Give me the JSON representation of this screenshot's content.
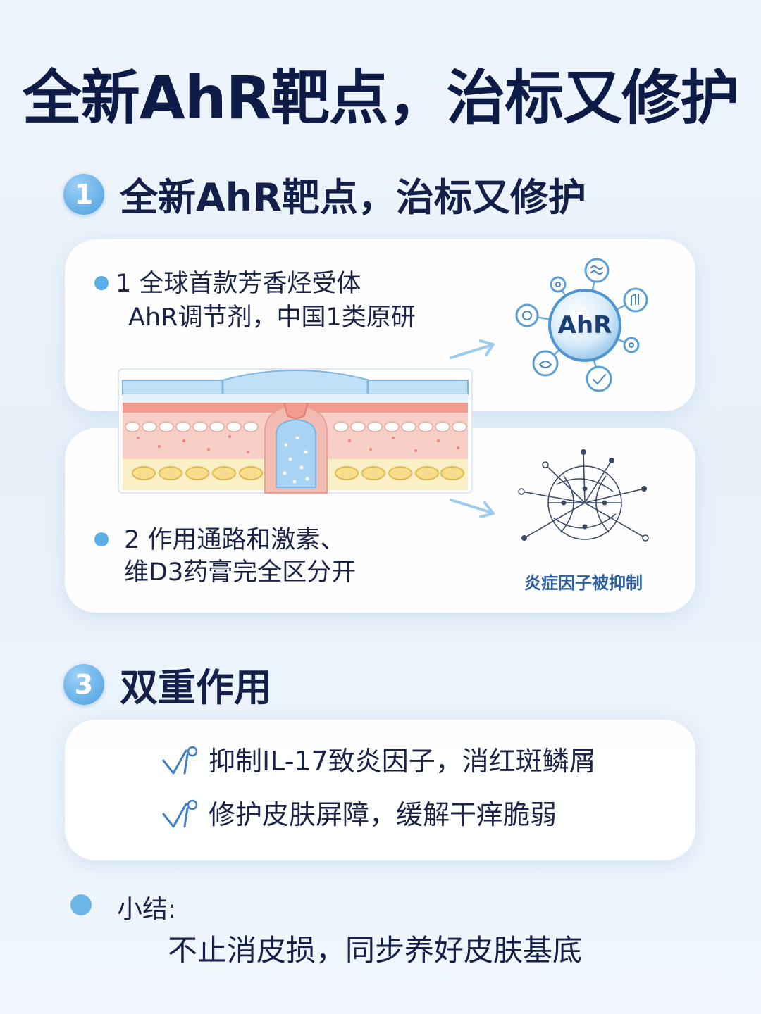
{
  "title": "全新AhR靶点，治标又修护",
  "section1": {
    "number": "1",
    "title": "全新AhR靶点，治标又修护",
    "point1": {
      "line1": "1 全球首款芳香烃受体",
      "line2": "AhR调节剂，中国1类原研"
    },
    "ahr_label": "AhR",
    "point2": {
      "line1": "2 作用通路和激素、",
      "line2": "维D3药膏完全区分开"
    },
    "network_caption": "炎症因子被抑制"
  },
  "section3": {
    "number": "3",
    "title": "双重作用",
    "benefits": [
      "抑制IL-17致炎因子，消红斑鳞屑",
      "修护皮肤屏障，缓解干痒脆弱"
    ]
  },
  "summary": {
    "label": "小结:",
    "text": "不止消皮损，同步养好皮肤基底"
  },
  "colors": {
    "accent": "#5aaee6",
    "title": "#0f1b47",
    "skin": "#f6c9c0"
  }
}
